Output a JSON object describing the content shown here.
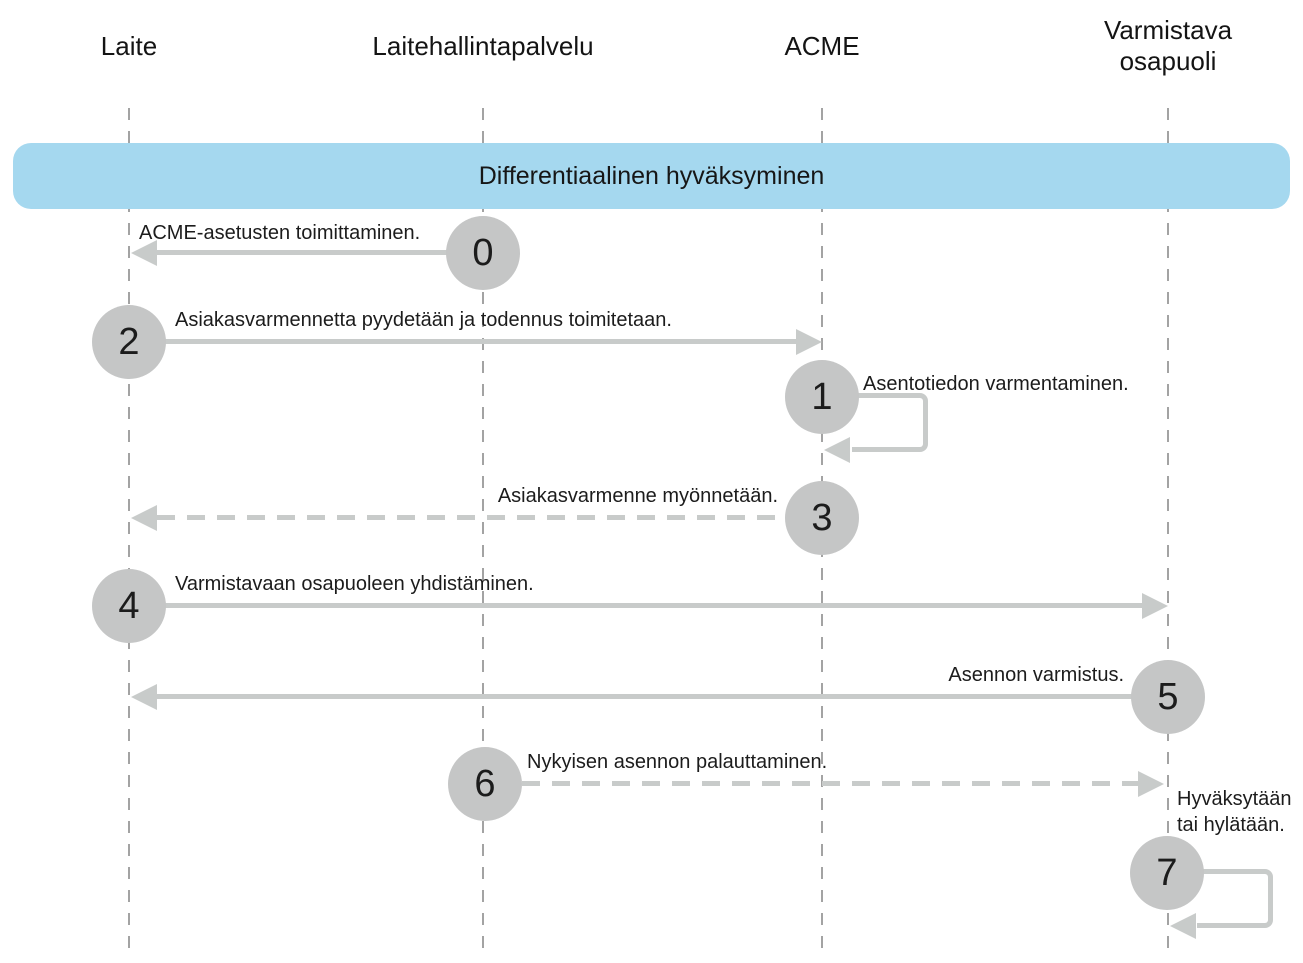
{
  "diagram": {
    "title": "Differentiaalinen hyväksyminen",
    "actors": [
      {
        "name": "Laite"
      },
      {
        "name": "Laitehallintapalvelu"
      },
      {
        "name": "ACME"
      },
      {
        "name": "Varmistava osapuoli"
      }
    ],
    "messages": [
      {
        "step": "0",
        "label": "ACME-asetusten toimittaminen.",
        "from": "Laitehallintapalvelu",
        "to": "Laite",
        "style": "solid"
      },
      {
        "step": "2",
        "label": "Asiakasvarmennetta pyydetään ja todennus toimitetaan.",
        "from": "Laite",
        "to": "ACME",
        "style": "solid"
      },
      {
        "step": "1",
        "label": "Asentotiedon varmentaminen.",
        "from": "ACME",
        "to": "ACME",
        "style": "self-loop"
      },
      {
        "step": "3",
        "label": "Asiakasvarmenne myönnetään.",
        "from": "ACME",
        "to": "Laite",
        "style": "dashed"
      },
      {
        "step": "4",
        "label": "Varmistavaan osapuoleen yhdistäminen.",
        "from": "Laite",
        "to": "Varmistava osapuoli",
        "style": "solid"
      },
      {
        "step": "5",
        "label": "Asennon varmistus.",
        "from": "Varmistava osapuoli",
        "to": "Laite",
        "style": "solid"
      },
      {
        "step": "6",
        "label": "Nykyisen asennon palauttaminen.",
        "from": "Laitehallintapalvelu",
        "to": "Varmistava osapuoli",
        "style": "dashed"
      },
      {
        "step": "7",
        "label": "Hyväksytään tai hylätään.",
        "from": "Varmistava osapuoli",
        "to": "Varmistava osapuoli",
        "style": "self-loop"
      }
    ],
    "colors": {
      "banner_blue": "#a5d8ef",
      "circle_gray": "#c5c6c6",
      "arrow_gray": "#c8cbca",
      "lifeline_gray": "#a3a3a3",
      "text": "#1c1c1c"
    }
  }
}
